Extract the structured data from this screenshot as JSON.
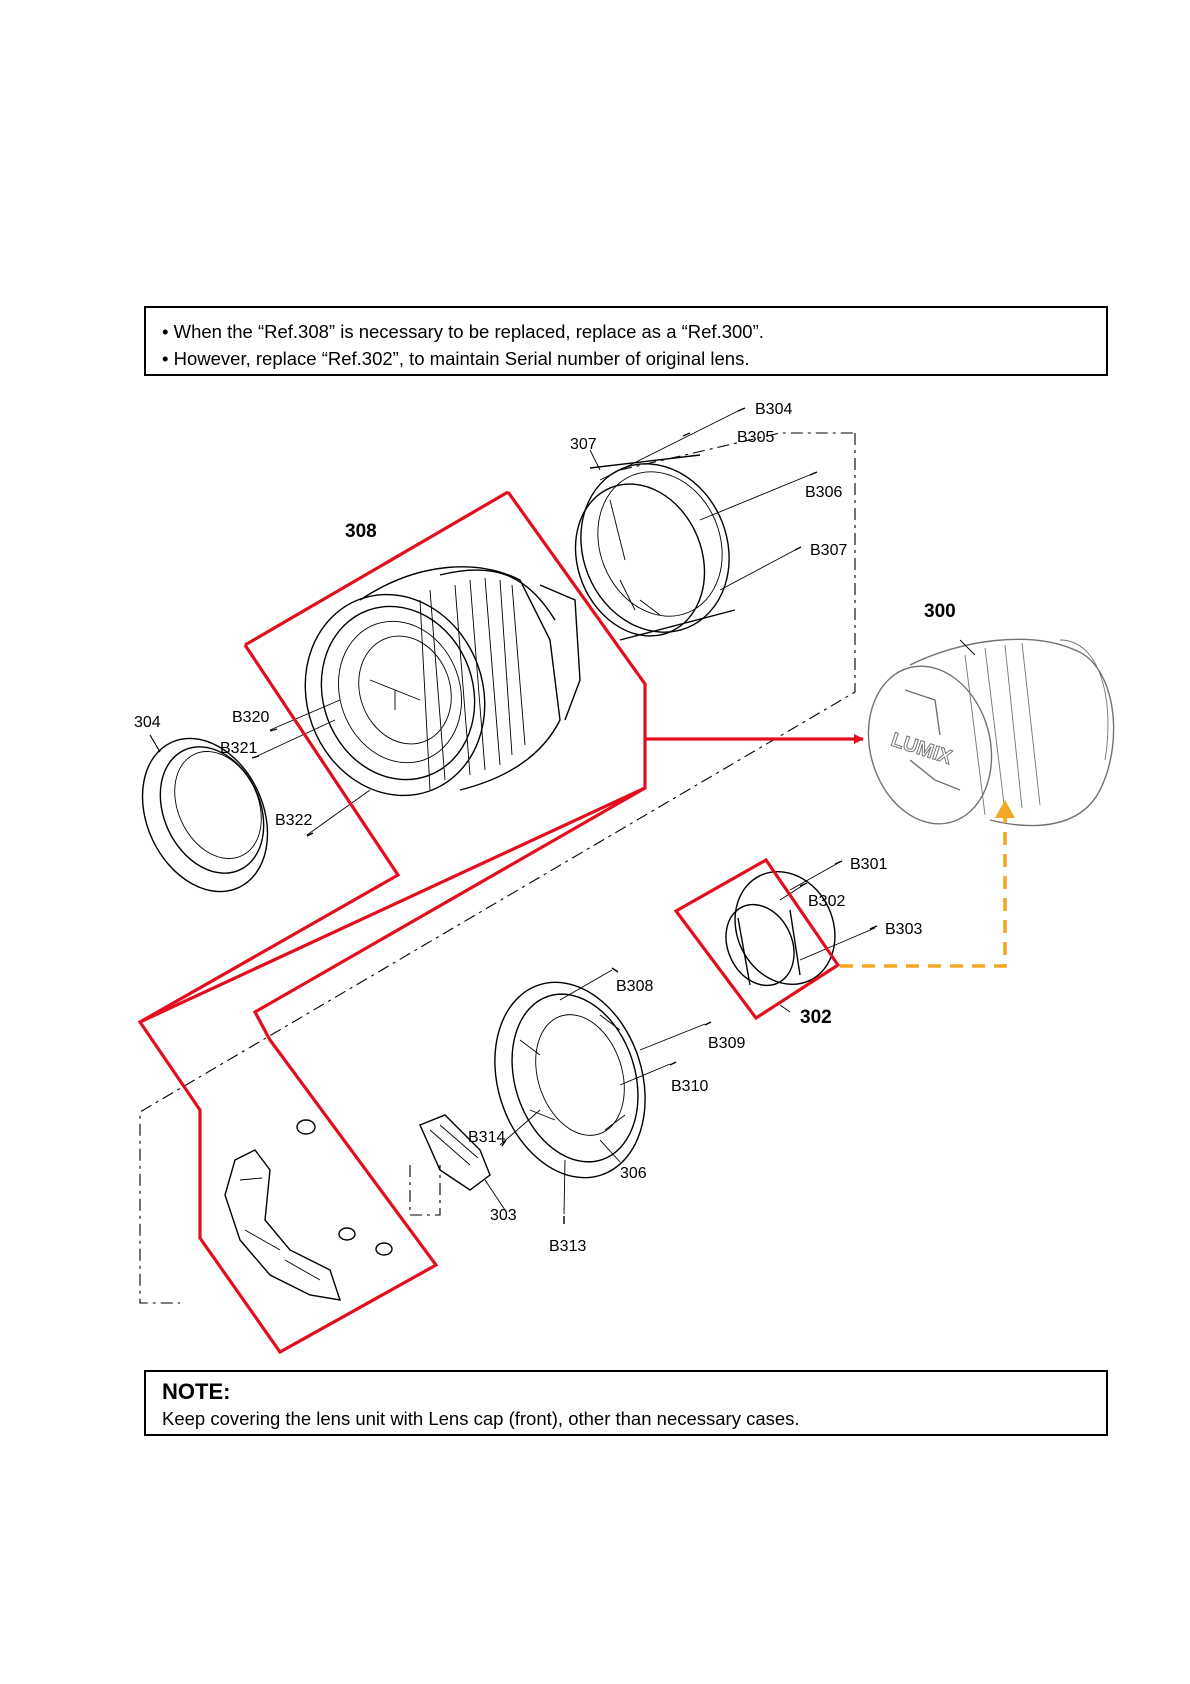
{
  "notes": {
    "top": [
      "When the “Ref.308” is necessary to be replaced, replace as a “Ref.300”.",
      "However, replace “Ref.302”, to maintain Serial number of original lens."
    ],
    "bullet": "•",
    "bottom_title": "NOTE:",
    "bottom_body": "Keep covering the lens unit with Lens cap (front), other than necessary cases."
  },
  "parts": {
    "p300": "300",
    "p302": "302",
    "p303": "303",
    "p304": "304",
    "p306": "306",
    "p307": "307",
    "p308": "308",
    "b301": "B301",
    "b302": "B302",
    "b303": "B303",
    "b304": "B304",
    "b305": "B305",
    "b306": "B306",
    "b307": "B307",
    "b308": "B308",
    "b309": "B309",
    "b310": "B310",
    "b313": "B313",
    "b314": "B314",
    "b320": "B320",
    "b321": "B321",
    "b322": "B322"
  },
  "brand": "LUMIX",
  "colors": {
    "highlight": "#e30d1d",
    "arrow_dashed": "#f5a623"
  }
}
